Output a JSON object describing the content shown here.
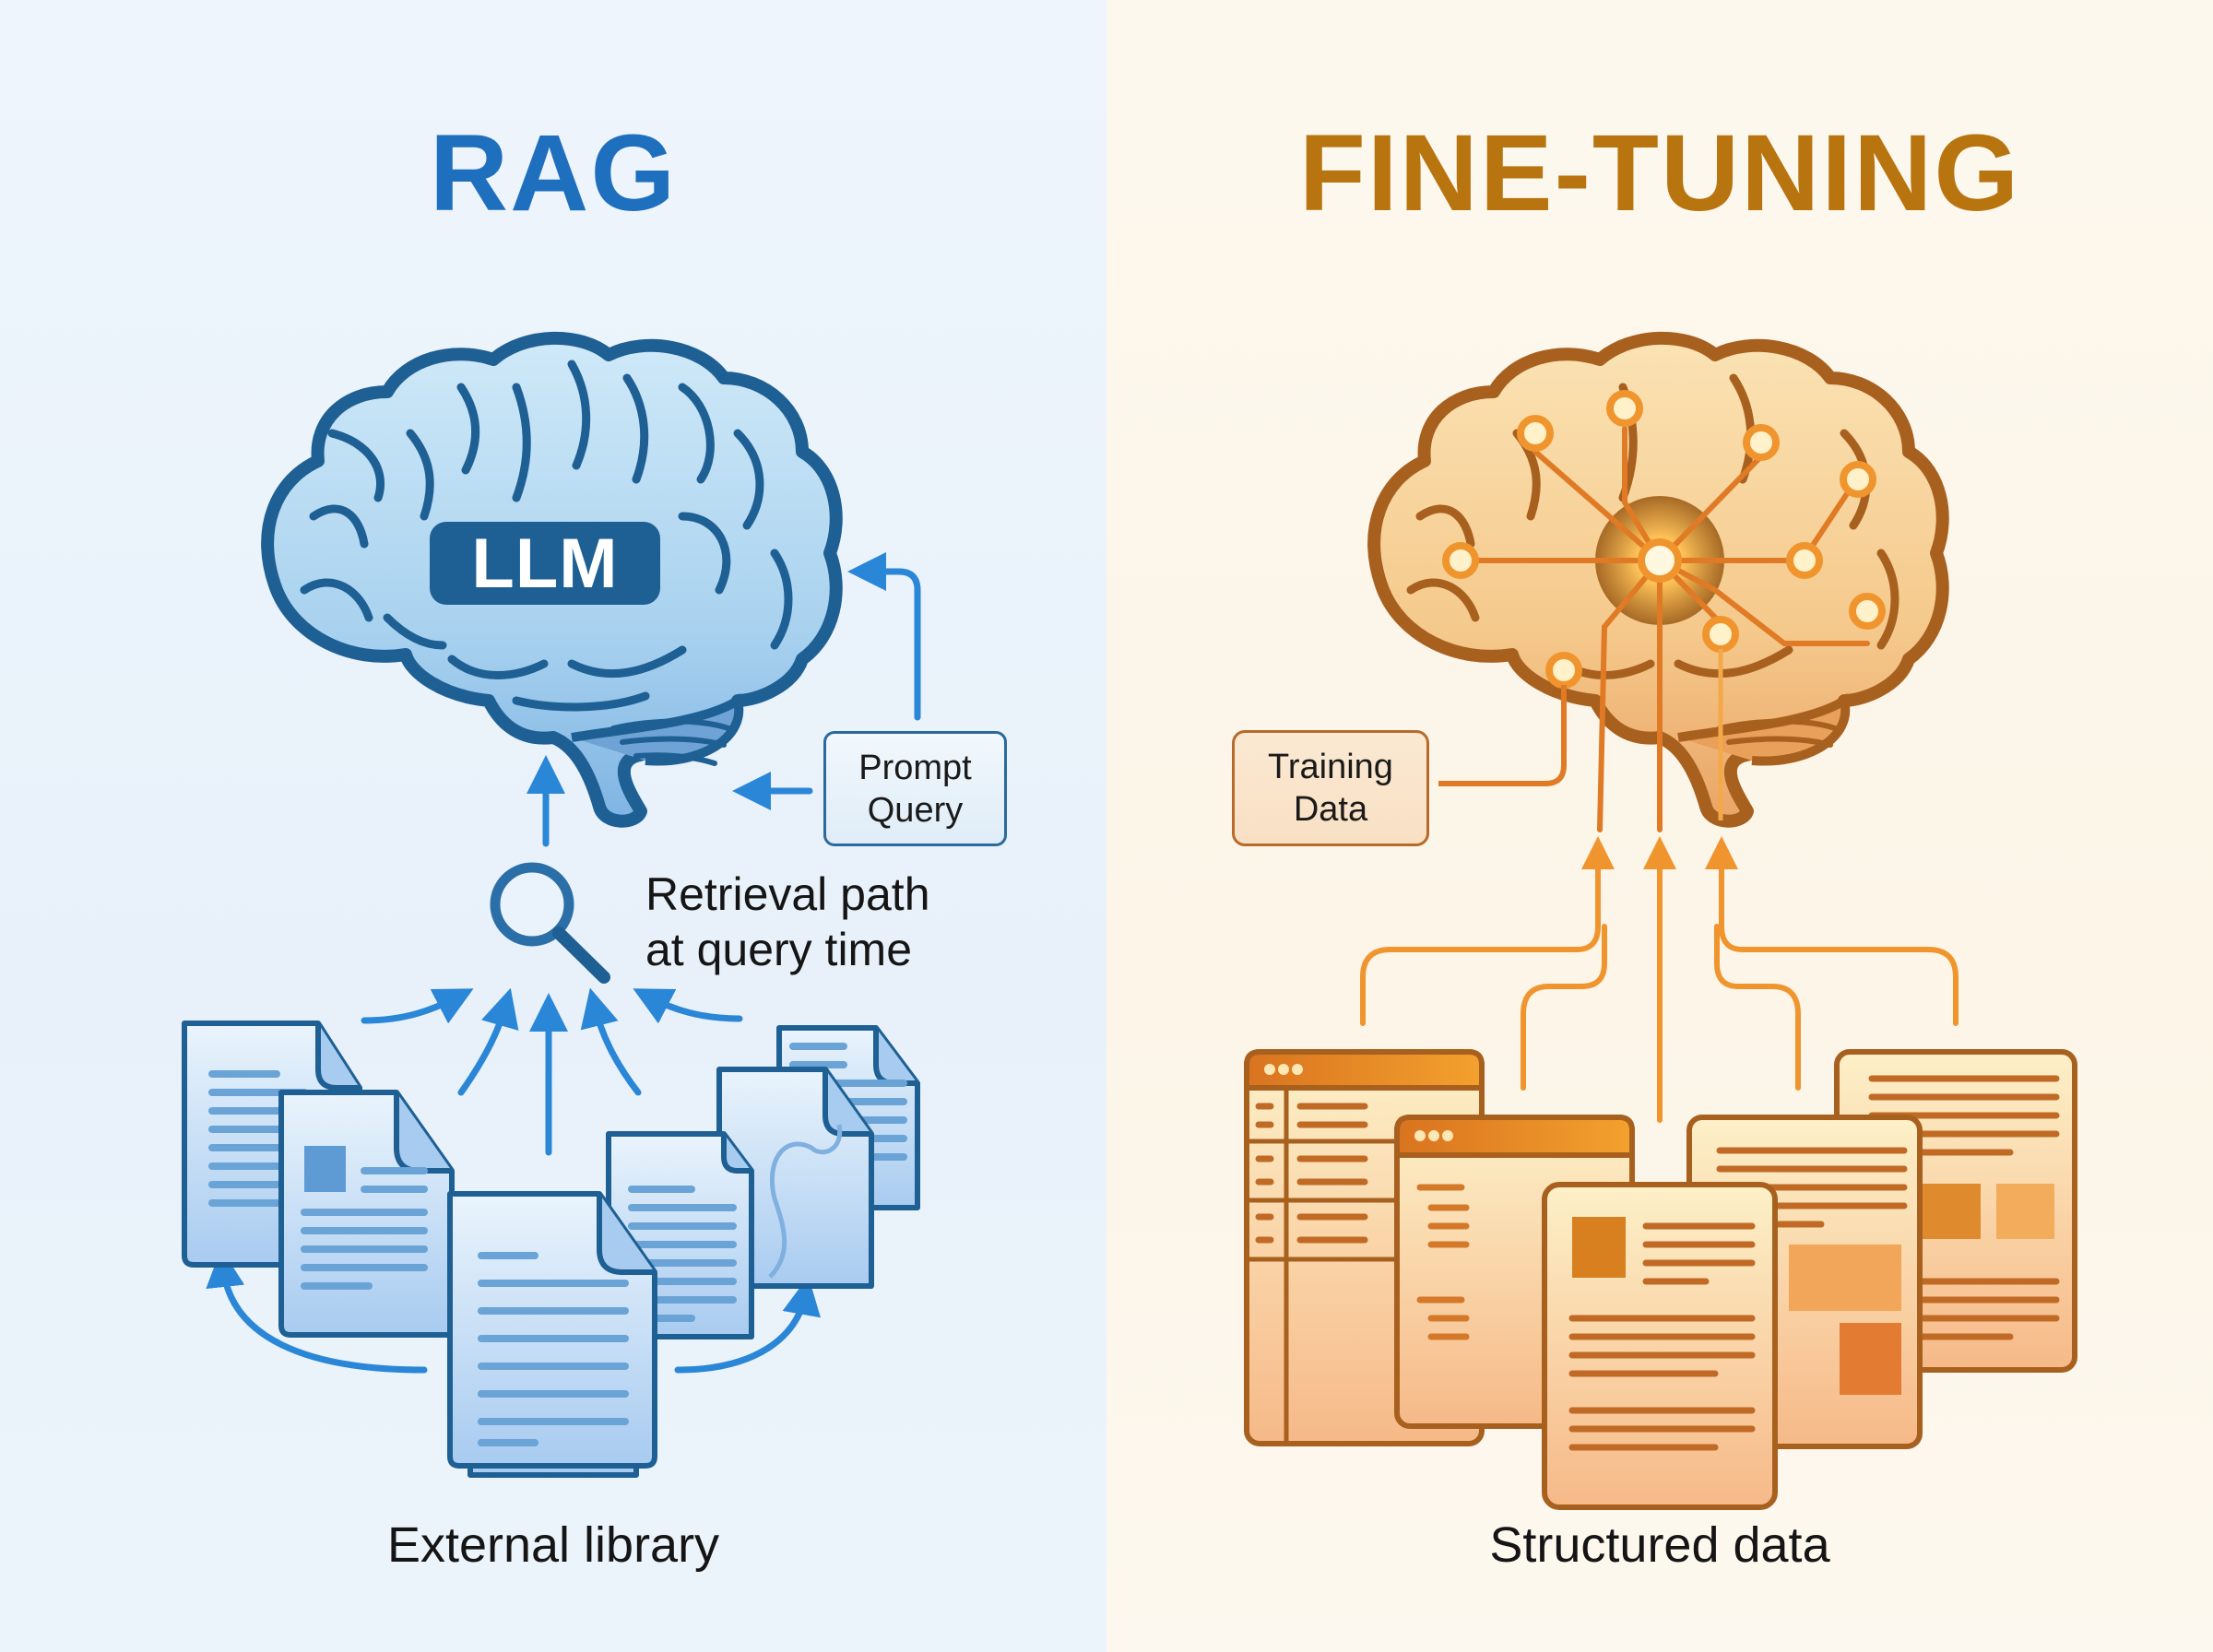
{
  "rag": {
    "title": "RAG",
    "brain_label": "LLM",
    "prompt_box": {
      "line1": "Prompt",
      "line2": "Query"
    },
    "retrieval_caption": {
      "line1": "Retrieval path",
      "line2": "at query time"
    },
    "bottom_label": "External library",
    "icons": [
      "brain-icon",
      "search-icon",
      "document-icon"
    ],
    "colors": {
      "accent": "#1f6fbf",
      "outline": "#1e5f94",
      "arrow": "#2a86d6",
      "background": "#eaf3fb"
    }
  },
  "fine_tuning": {
    "title": "FINE-TUNING",
    "training_box": {
      "line1": "Training",
      "line2": "Data"
    },
    "bottom_label": "Structured data",
    "icons": [
      "brain-circuit-icon",
      "browser-window-icon",
      "document-icon"
    ],
    "colors": {
      "accent": "#b8740f",
      "outline": "#a8601f",
      "arrow": "#f0952e",
      "background": "#fdf7ec"
    }
  }
}
